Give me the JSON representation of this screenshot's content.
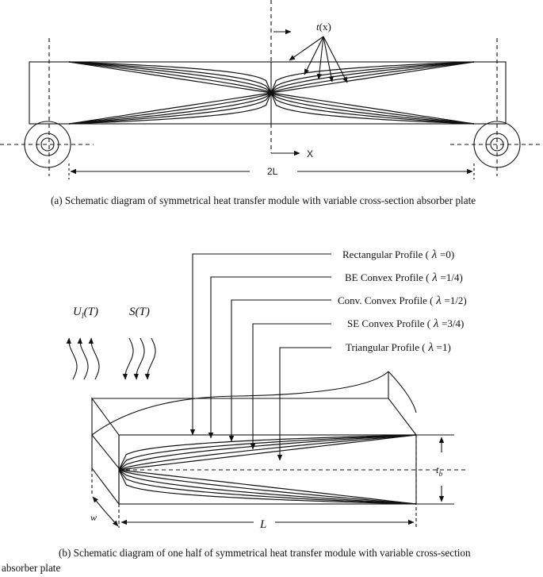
{
  "figure_a": {
    "caption": "(a) Schematic diagram of symmetrical heat transfer module with variable cross-section absorber plate",
    "label_t": "t",
    "label_tx_arg": "(x)",
    "label_x": "X",
    "label_2L": "2L"
  },
  "figure_b": {
    "caption_line1": "(b) Schematic diagram of one half of symmetrical heat transfer module with variable cross-section",
    "caption_line2": "absorber plate",
    "profiles": [
      {
        "name": "Rectangular Profile (",
        "lambda_text": "=0)"
      },
      {
        "name": "BE Convex Profile (",
        "lambda_text": "=1/4)"
      },
      {
        "name": "Conv. Convex Profile (",
        "lambda_text": "=1/2)"
      },
      {
        "name": "SE Convex Profile (",
        "lambda_text": "=3/4)"
      },
      {
        "name": "Triangular Profile (",
        "lambda_text": "=1)"
      }
    ],
    "lambda_symbol": "λ",
    "label_Ul": "U",
    "label_Ul_sub": "l",
    "label_Ul_arg": "(T)",
    "label_S": "S(T)",
    "label_tb": "t",
    "label_tb_sub": "b",
    "label_w": "w",
    "label_L": "L"
  }
}
